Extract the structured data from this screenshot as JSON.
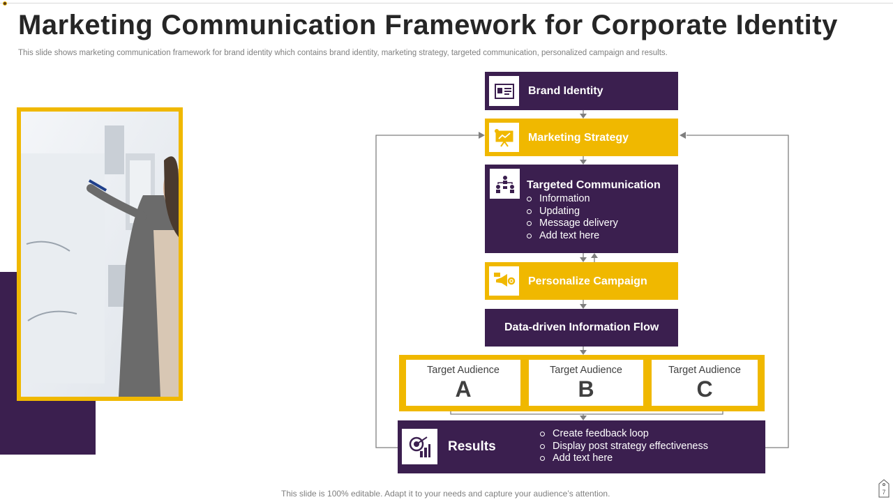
{
  "slide": {
    "title": "Marketing Communication Framework for Corporate Identity",
    "subtitle": "This slide shows marketing communication framework for brand identity which contains brand identity, marketing strategy, targeted communication, personalized campaign and results.",
    "footer": "This slide is 100% editable. Adapt it to your needs and capture your audience’s attention.",
    "page_number": "7"
  },
  "colors": {
    "purple": "#3b1f4f",
    "yellow": "#f0b800",
    "connector": "#7f7f7f",
    "text_dark": "#404040"
  },
  "photo": {
    "icon": "person-writing-on-whiteboard-photo"
  },
  "flow": {
    "brand_identity": {
      "label": "Brand Identity",
      "icon": "id-card-icon"
    },
    "marketing_strategy": {
      "label": "Marketing Strategy",
      "icon": "strategy-board-icon"
    },
    "targeted_communication": {
      "label": "Targeted Communication",
      "icon": "network-people-icon",
      "bullets": [
        "Information",
        "Updating",
        "Message delivery",
        "Add text here"
      ]
    },
    "personalize_campaign": {
      "label": "Personalize Campaign",
      "icon": "megaphone-gear-icon"
    },
    "data_flow": {
      "label": "Data-driven Information Flow"
    },
    "audiences": [
      {
        "title": "Target Audience",
        "letter": "A"
      },
      {
        "title": "Target Audience",
        "letter": "B"
      },
      {
        "title": "Target Audience",
        "letter": "C"
      }
    ],
    "results": {
      "label": "Results",
      "icon": "target-chart-icon",
      "bullets": [
        "Create feedback loop",
        "Display post strategy effectiveness",
        "Add text here"
      ]
    }
  }
}
